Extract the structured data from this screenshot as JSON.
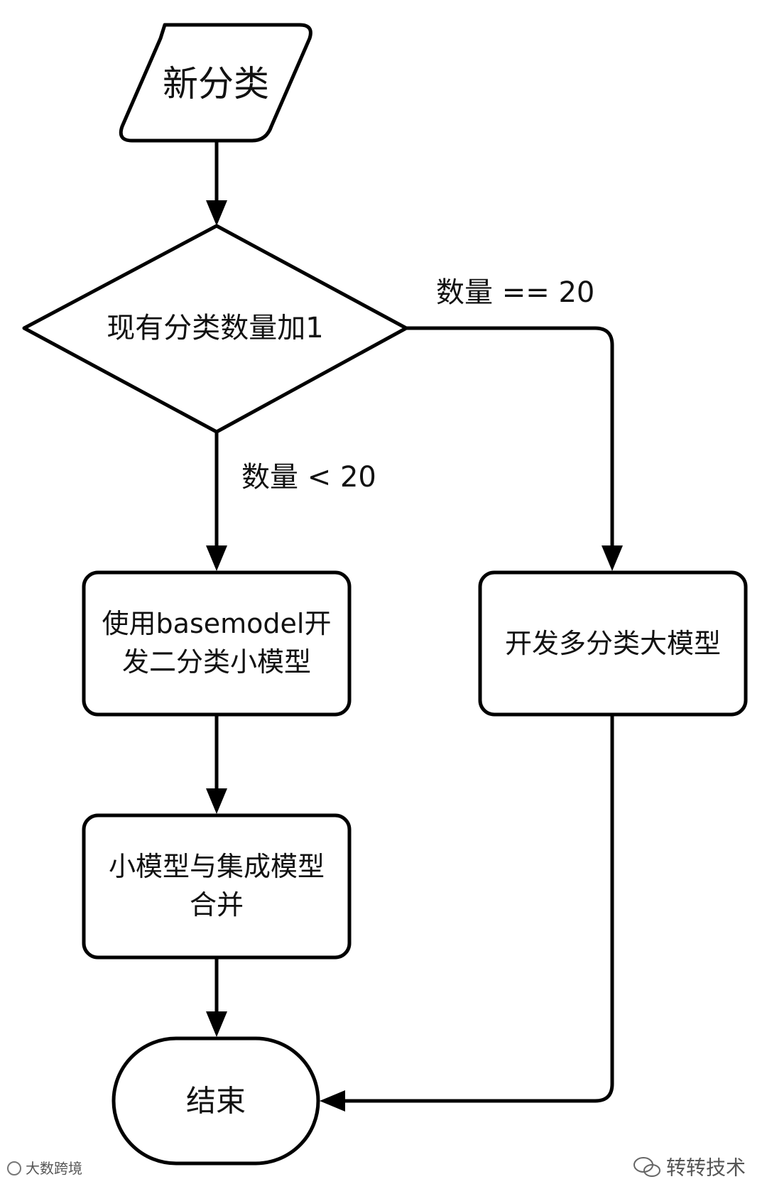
{
  "nodes": {
    "start": {
      "label": "新分类",
      "shape": "parallelogram"
    },
    "decision": {
      "label": "现有分类数量加1",
      "shape": "diamond"
    },
    "small_model": {
      "line1": "使用basemodel开",
      "line2": "发二分类小模型",
      "shape": "rounded-rect"
    },
    "merge": {
      "line1": "小模型与集成模型",
      "line2": "合并",
      "shape": "rounded-rect"
    },
    "big_model": {
      "label": "开发多分类大模型",
      "shape": "rounded-rect"
    },
    "end": {
      "label": "结束",
      "shape": "stadium"
    }
  },
  "edges": {
    "eq20": {
      "label": "数量 == 20"
    },
    "lt20": {
      "label": "数量 < 20"
    }
  },
  "watermarks": {
    "left": "大数跨境",
    "right": "转转技术"
  },
  "colors": {
    "stroke": "#000000",
    "background": "#ffffff",
    "text": "#111111",
    "watermark": "#555555"
  }
}
